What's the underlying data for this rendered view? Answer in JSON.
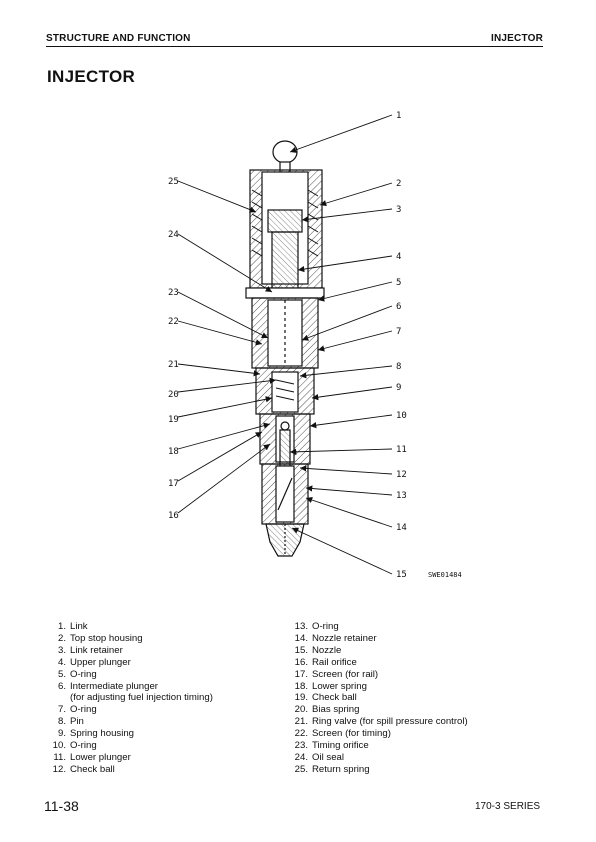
{
  "header": {
    "section": "STRUCTURE AND FUNCTION",
    "topic": "INJECTOR"
  },
  "title": "INJECTOR",
  "diagram": {
    "drawing_code": "SWE01484",
    "callouts": [
      "1",
      "2",
      "3",
      "4",
      "5",
      "6",
      "7",
      "8",
      "9",
      "10",
      "11",
      "12",
      "13",
      "14",
      "15",
      "16",
      "17",
      "18",
      "19",
      "20",
      "21",
      "22",
      "23",
      "24",
      "25"
    ]
  },
  "parts_left": [
    {
      "num": "1.",
      "label": "Link"
    },
    {
      "num": "2.",
      "label": "Top stop housing"
    },
    {
      "num": "3.",
      "label": "Link retainer"
    },
    {
      "num": "4.",
      "label": "Upper plunger"
    },
    {
      "num": "5.",
      "label": "O-ring"
    },
    {
      "num": "6.",
      "label": "Intermediate plunger"
    },
    {
      "num": "",
      "label": "(for adjusting fuel injection timing)"
    },
    {
      "num": "7.",
      "label": "O-ring"
    },
    {
      "num": "8.",
      "label": "Pin"
    },
    {
      "num": "9.",
      "label": "Spring housing"
    },
    {
      "num": "10.",
      "label": "O-ring"
    },
    {
      "num": "11.",
      "label": "Lower plunger"
    },
    {
      "num": "12.",
      "label": "Check ball"
    }
  ],
  "parts_right": [
    {
      "num": "13.",
      "label": "O-ring"
    },
    {
      "num": "14.",
      "label": "Nozzle retainer"
    },
    {
      "num": "15.",
      "label": "Nozzle"
    },
    {
      "num": "16.",
      "label": "Rail orifice"
    },
    {
      "num": "17.",
      "label": "Screen (for rail)"
    },
    {
      "num": "18.",
      "label": "Lower spring"
    },
    {
      "num": "19.",
      "label": "Check ball"
    },
    {
      "num": "20.",
      "label": "Bias spring"
    },
    {
      "num": "21.",
      "label": "Ring valve (for spill pressure control)"
    },
    {
      "num": "22.",
      "label": "Screen (for timing)"
    },
    {
      "num": "23.",
      "label": "Timing orifice"
    },
    {
      "num": "24.",
      "label": "Oil seal"
    },
    {
      "num": "25.",
      "label": "Return spring"
    }
  ],
  "footer": {
    "page": "11-38",
    "series": "170-3 SERIES"
  }
}
